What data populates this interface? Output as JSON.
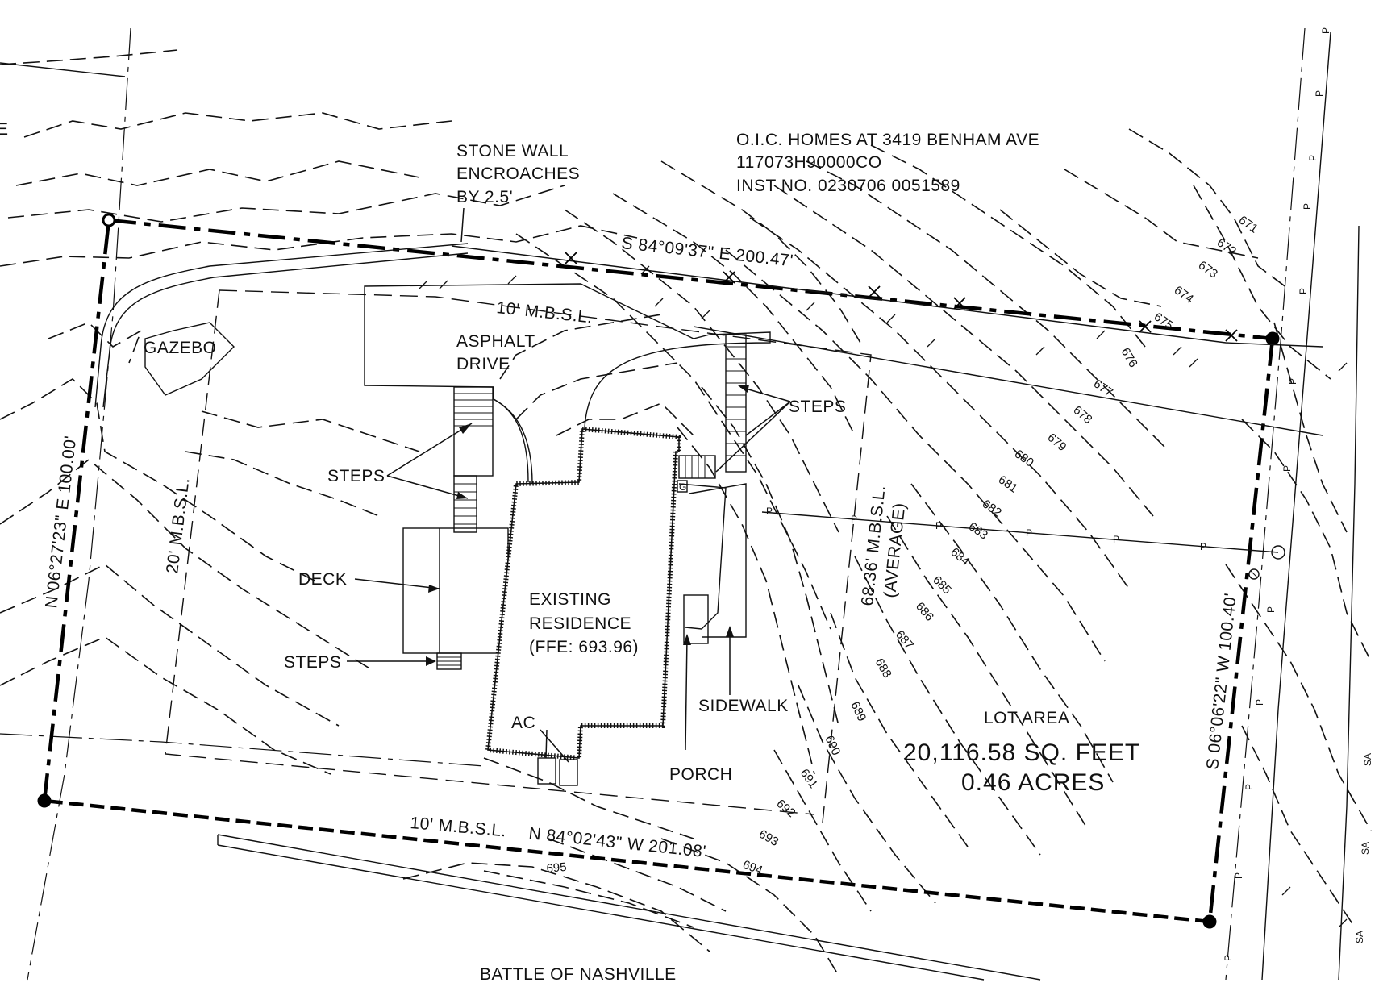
{
  "owner_note": {
    "line1": "O.I.C. HOMES AT 3419 BENHAM AVE",
    "line2": "117073H90000CO",
    "line3": "INST NO. 0230706 0051589"
  },
  "stone_wall": {
    "line1": "STONE WALL",
    "line2": "ENCROACHES",
    "line3": "BY 2.5'"
  },
  "bearings": {
    "north": "S 84°09'37\" E  200.47'",
    "south": "N 84°02'43\" W  201.08'",
    "west": "N 06°27'23\" E  100.00'",
    "east": "S 06°06'22\" W  100.40'"
  },
  "setbacks": {
    "front": "10' M.B.S.L.",
    "rear": "10' M.B.S.L.",
    "side": "20' M.B.S.L.",
    "avg_line1": "68.36' M.B.S.L.",
    "avg_line2": "(AVERAGE)"
  },
  "features": {
    "gazebo": "GAZEBO",
    "drive_line1": "ASPHALT",
    "drive_line2": "DRIVE",
    "steps": "STEPS",
    "deck": "DECK",
    "residence_line1": "EXISTING",
    "residence_line2": "RESIDENCE",
    "residence_line3": "(FFE: 693.96)",
    "ac": "AC",
    "sidewalk": "SIDEWALK",
    "porch": "PORCH",
    "gas_meter": "G"
  },
  "lot": {
    "label": "LOT AREA",
    "square_feet": "20,116.58  SQ.  FEET",
    "acres": "0.46  ACRES"
  },
  "street": "BATTLE OF NASHVILLE",
  "left_edge_fragment": "E",
  "contours": [
    "671",
    "672",
    "673",
    "674",
    "675",
    "676",
    "677",
    "678",
    "679",
    "680",
    "681",
    "682",
    "683",
    "684",
    "685",
    "686",
    "687",
    "688",
    "689",
    "690",
    "691",
    "692",
    "693",
    "694",
    "695"
  ],
  "utility_marks": {
    "power": "P",
    "sanitary": "SA"
  }
}
